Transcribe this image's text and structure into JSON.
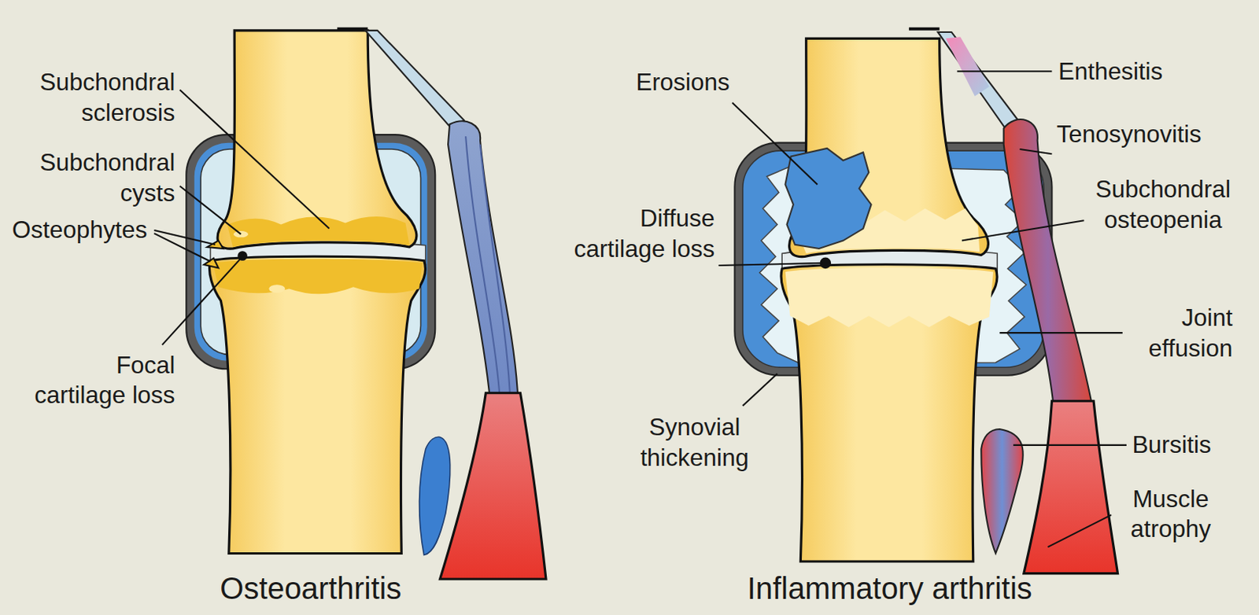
{
  "diagram": {
    "labels": [
      "Subchondral sclerosis",
      "Subchondral cysts",
      "Osteophytes",
      "Focal cartilage loss",
      "Osteoarthritis",
      "Erosions",
      "Diffuse cartilage loss",
      "Synovial thickening",
      "Enthesitis",
      "Tenosynovitis",
      "Subchondral osteopenia",
      "Joint effusion",
      "Bursitis",
      "Muscle atrophy",
      "Inflammatory arthritis"
    ]
  }
}
